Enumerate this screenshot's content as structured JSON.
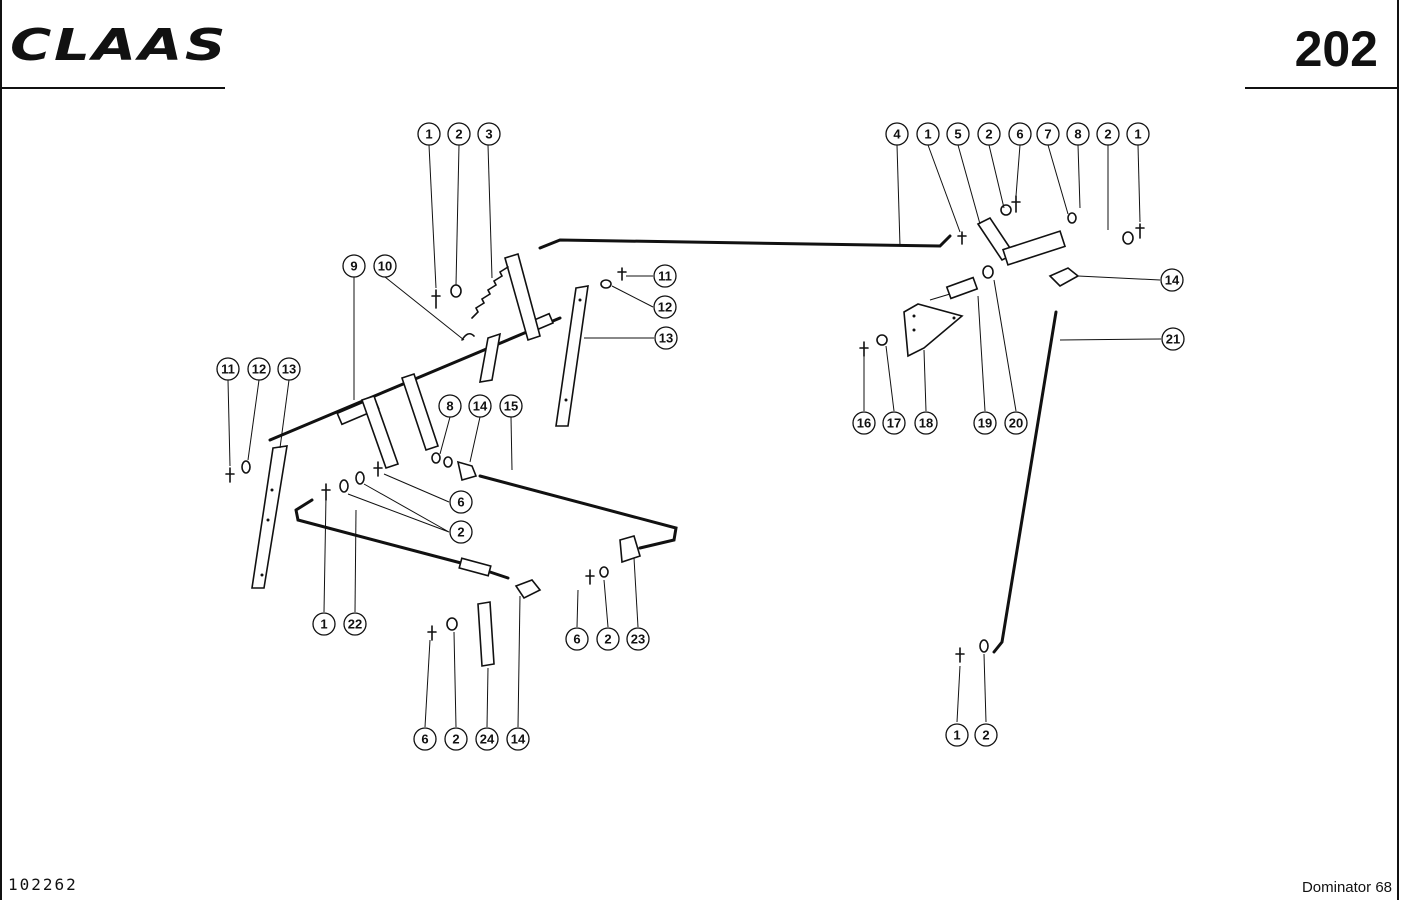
{
  "header": {
    "brand_logo_text": "CLAAS",
    "page_number": "202"
  },
  "footer": {
    "drawing_number": "102262",
    "model_name": "Dominator 68"
  },
  "callouts": [
    {
      "id": "c1",
      "label": "1"
    },
    {
      "id": "c2",
      "label": "2"
    },
    {
      "id": "c3",
      "label": "3"
    },
    {
      "id": "c4",
      "label": "9"
    },
    {
      "id": "c5",
      "label": "10"
    },
    {
      "id": "c6",
      "label": "11"
    },
    {
      "id": "c7",
      "label": "12"
    },
    {
      "id": "c8",
      "label": "13"
    },
    {
      "id": "c9",
      "label": "11"
    },
    {
      "id": "c10",
      "label": "12"
    },
    {
      "id": "c11",
      "label": "13"
    },
    {
      "id": "c12",
      "label": "8"
    },
    {
      "id": "c13",
      "label": "14"
    },
    {
      "id": "c14",
      "label": "15"
    },
    {
      "id": "c15",
      "label": "6"
    },
    {
      "id": "c16",
      "label": "2"
    },
    {
      "id": "c17",
      "label": "1"
    },
    {
      "id": "c18",
      "label": "22"
    },
    {
      "id": "c19",
      "label": "6"
    },
    {
      "id": "c20",
      "label": "2"
    },
    {
      "id": "c21",
      "label": "23"
    },
    {
      "id": "c22",
      "label": "6"
    },
    {
      "id": "c23",
      "label": "2"
    },
    {
      "id": "c24",
      "label": "24"
    },
    {
      "id": "c25",
      "label": "14"
    },
    {
      "id": "c26",
      "label": "4"
    },
    {
      "id": "c27",
      "label": "1"
    },
    {
      "id": "c28",
      "label": "5"
    },
    {
      "id": "c29",
      "label": "2"
    },
    {
      "id": "c30",
      "label": "6"
    },
    {
      "id": "c31",
      "label": "7"
    },
    {
      "id": "c32",
      "label": "8"
    },
    {
      "id": "c33",
      "label": "2"
    },
    {
      "id": "c34",
      "label": "1"
    },
    {
      "id": "c35",
      "label": "14"
    },
    {
      "id": "c36",
      "label": "21"
    },
    {
      "id": "c37",
      "label": "16"
    },
    {
      "id": "c38",
      "label": "17"
    },
    {
      "id": "c39",
      "label": "18"
    },
    {
      "id": "c40",
      "label": "19"
    },
    {
      "id": "c41",
      "label": "20"
    },
    {
      "id": "c42",
      "label": "1"
    },
    {
      "id": "c43",
      "label": "2"
    }
  ]
}
